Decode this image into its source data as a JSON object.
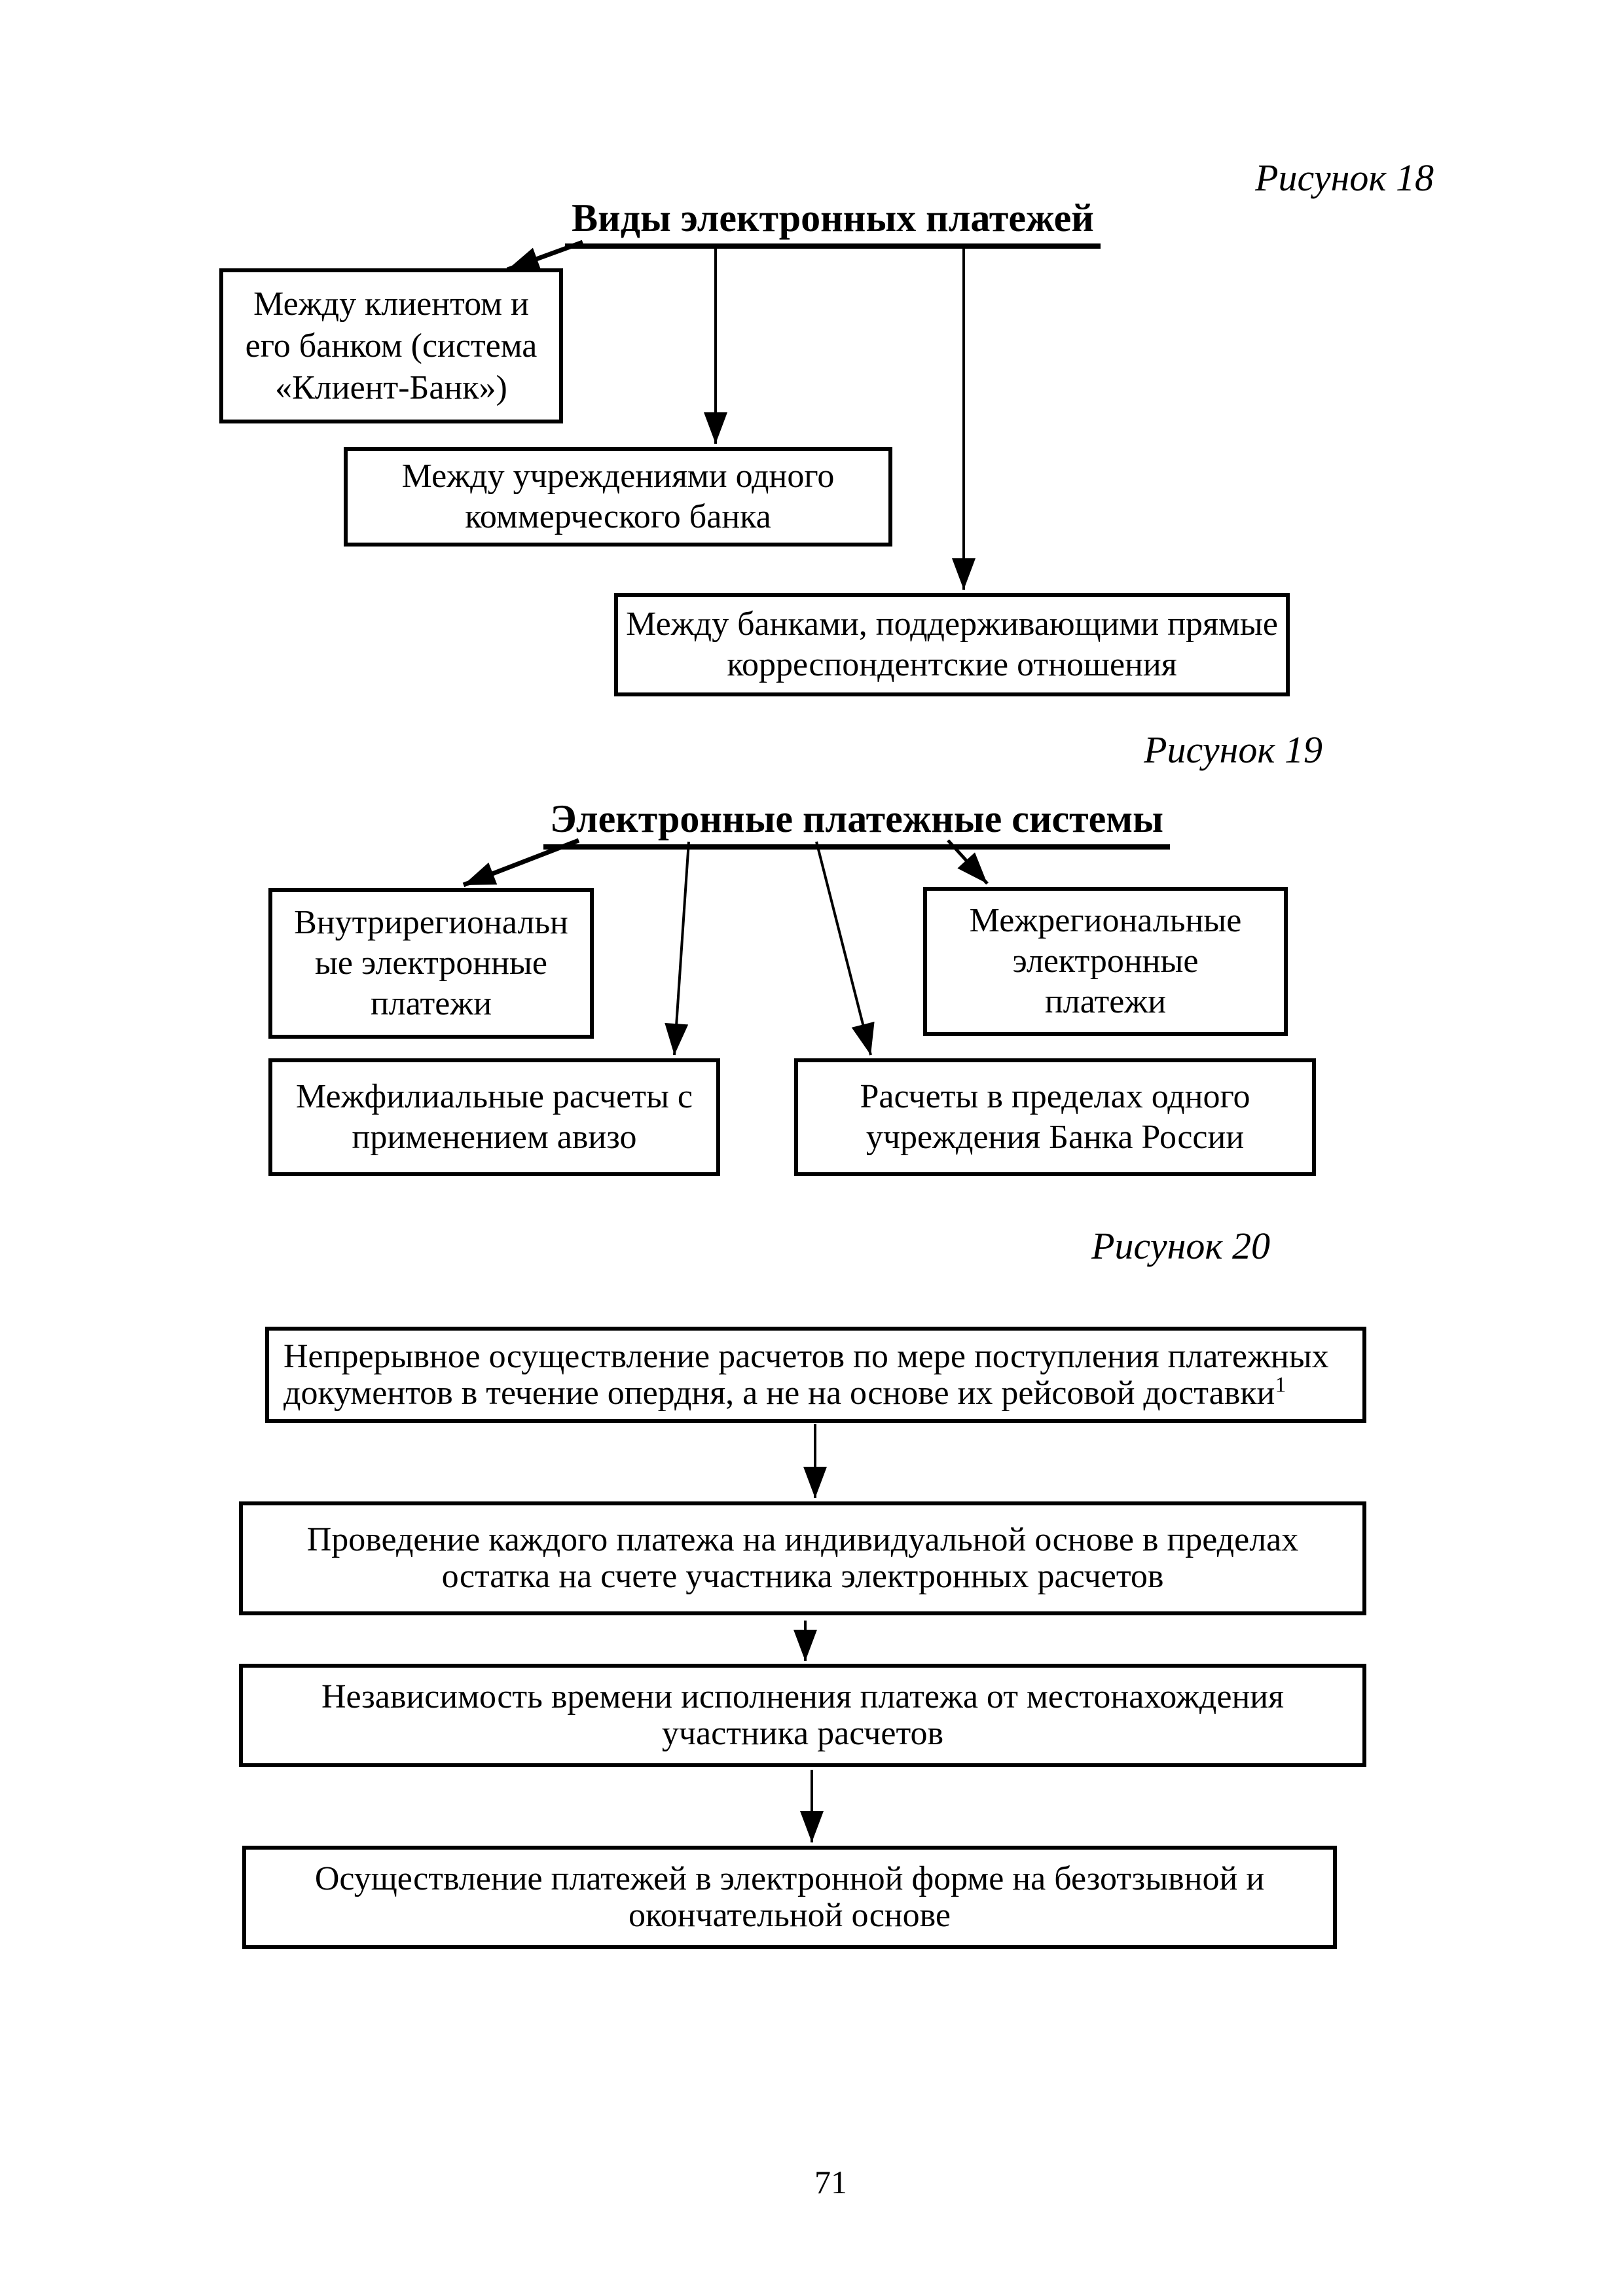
{
  "page": {
    "number": "71",
    "background_color": "#ffffff",
    "ink_color": "#000000"
  },
  "figure18": {
    "caption": "Рисунок 18",
    "title": "Виды электронных платежей",
    "boxes": [
      {
        "lines": [
          "Между клиентом и",
          "его банком (система",
          "«Клиент-Банк»)"
        ]
      },
      {
        "lines": [
          "Между учреждениями одного",
          "коммерческого банка"
        ]
      },
      {
        "lines": [
          "Между банками, поддерживающими прямые",
          "корреспондентские отношения"
        ]
      }
    ]
  },
  "figure19": {
    "caption": "Рисунок 19",
    "title": "Электронные платежные системы",
    "boxes": [
      {
        "lines": [
          "Внутрирегиональн",
          "ые электронные",
          "платежи"
        ]
      },
      {
        "lines": [
          "Межрегиональные",
          "электронные",
          "платежи"
        ]
      },
      {
        "lines": [
          "Межфилиальные расчеты с",
          "применением авизо"
        ]
      },
      {
        "lines": [
          "Расчеты в пределах одного",
          "учреждения Банка России"
        ]
      }
    ]
  },
  "figure20": {
    "caption": "Рисунок 20",
    "boxes": [
      {
        "lines": [
          "Непрерывное осуществление расчетов по мере поступления платежных",
          "документов в течение опердня, а не на основе их рейсовой доставки"
        ],
        "superscript": "1"
      },
      {
        "lines": [
          "Проведение каждого платежа на индивидуальной основе в пределах",
          "остатка на счете участника электронных расчетов"
        ]
      },
      {
        "lines": [
          "Независимость времени исполнения платежа от местонахождения",
          "участника расчетов"
        ]
      },
      {
        "lines": [
          "Осуществление платежей в электронной форме на безотзывной и",
          "окончательной основе"
        ]
      }
    ]
  }
}
